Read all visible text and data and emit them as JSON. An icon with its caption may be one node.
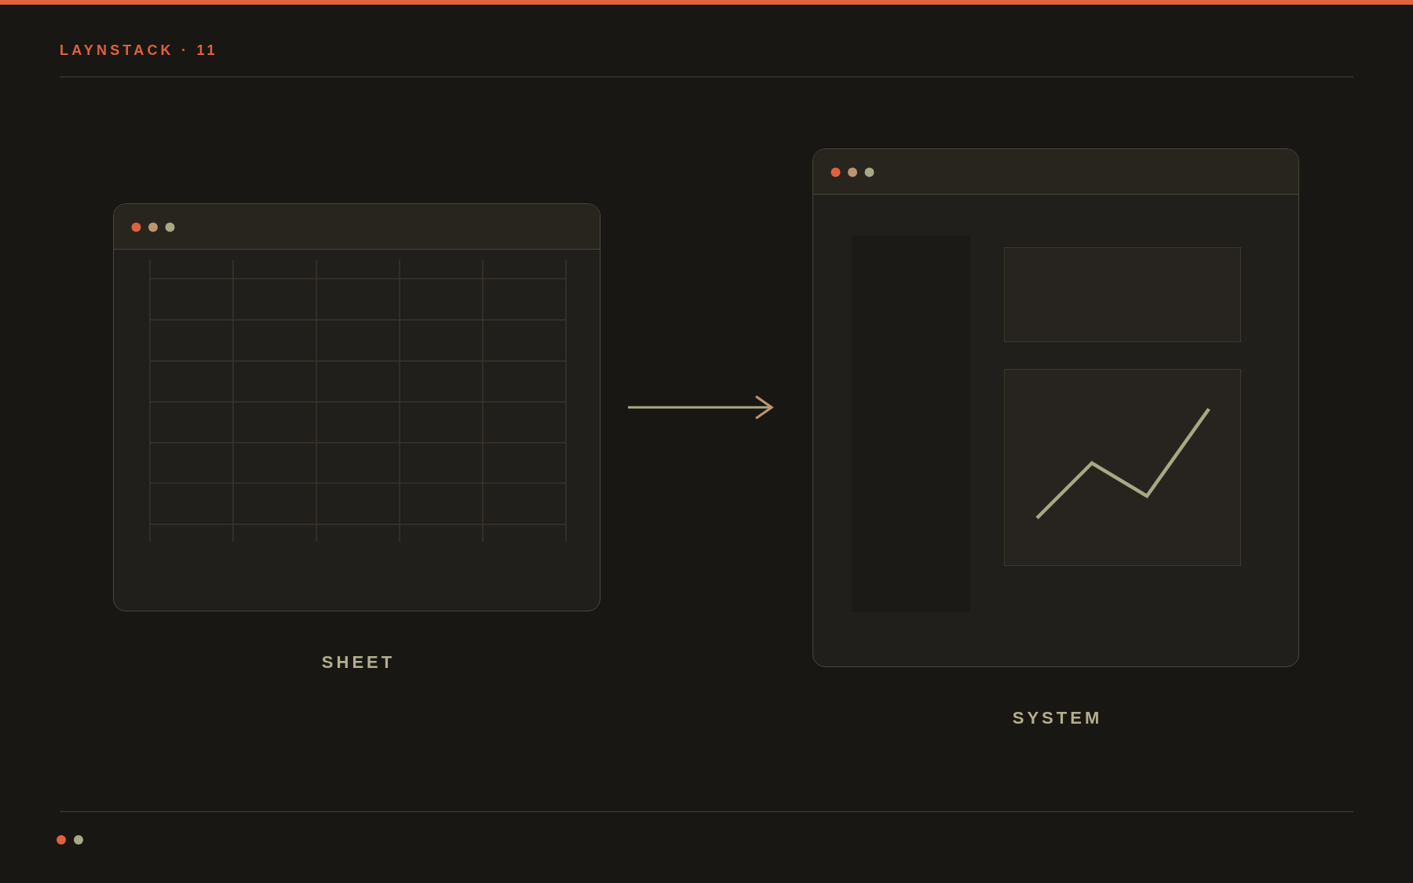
{
  "diagram": {
    "title": "LAYNSTACK · 11",
    "nodes": [
      {
        "text": [
          "SHEET"
        ]
      },
      {
        "text": [
          "SYSTEM"
        ]
      }
    ],
    "edges": [
      {
        "from": 0,
        "to": 1,
        "arrow": "to"
      }
    ]
  }
}
